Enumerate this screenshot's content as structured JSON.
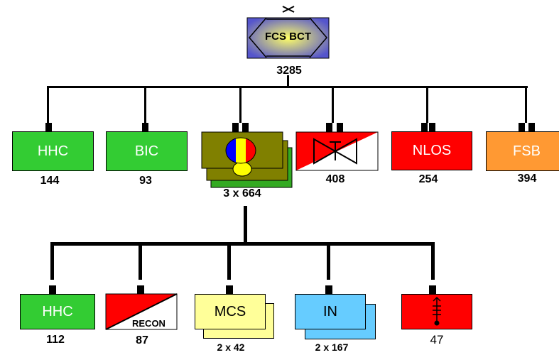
{
  "top": {
    "label": "FCS BCT",
    "count": "3285"
  },
  "level1": [
    {
      "id": "hhc",
      "label": "HHC",
      "count": "144",
      "color": "#33cc33"
    },
    {
      "id": "bic",
      "label": "BIC",
      "count": "93",
      "color": "#33cc33"
    },
    {
      "id": "cab",
      "label": "",
      "count": "3 x 664",
      "color": "#808000"
    },
    {
      "id": "nlos-cannon",
      "label": "",
      "count": "408",
      "color": "#ff0000"
    },
    {
      "id": "nlos",
      "label": "NLOS",
      "count": "254",
      "color": "#ff0000"
    },
    {
      "id": "fsb",
      "label": "FSB",
      "count": "394",
      "color": "#ff9933"
    }
  ],
  "level2": [
    {
      "id": "hhc2",
      "label": "HHC",
      "count": "112",
      "color": "#33cc33"
    },
    {
      "id": "recon",
      "label": "RECON",
      "count": "87",
      "color": "#ff0000"
    },
    {
      "id": "mcs",
      "label": "MCS",
      "count": "2 x 42",
      "color": "#ffff99"
    },
    {
      "id": "in",
      "label": "IN",
      "count": "2 x 167",
      "color": "#66ccff"
    },
    {
      "id": "mortar",
      "label": "",
      "count": "47",
      "color": "#ff0000"
    }
  ]
}
